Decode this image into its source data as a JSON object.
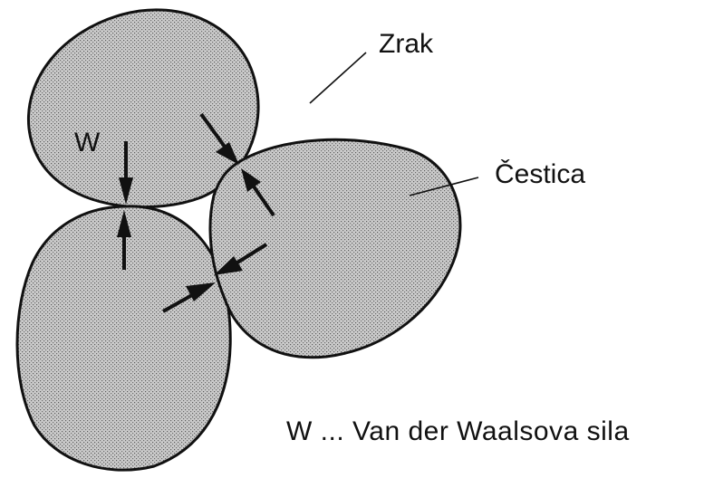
{
  "labels": {
    "air": "Zrak",
    "particle": "Čestica",
    "force_symbol": "W",
    "legend": "W ... Van der Waalsova sila"
  },
  "colors": {
    "particle_fill": "#c9c9c9",
    "stipple_dot": "#5a5a5a",
    "outline": "#111111",
    "background": "#ffffff"
  }
}
